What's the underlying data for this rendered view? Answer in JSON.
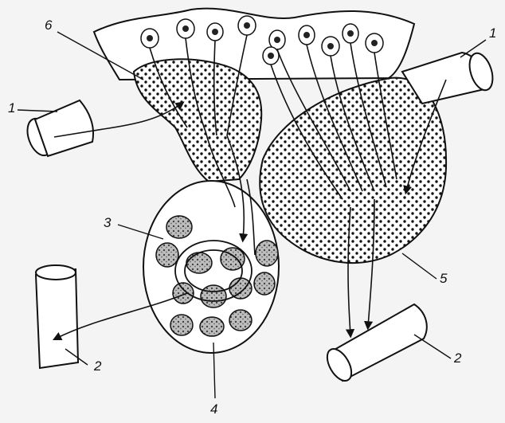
{
  "diagram": {
    "labels": {
      "vessel_left_top": "1",
      "vessel_right_top": "1",
      "vessel_left_bottom": "2",
      "vessel_right_bottom": "2",
      "glandular_cell_cluster": "3",
      "anterior_lobe": "4",
      "capillary_network": "5",
      "neurosecretory_tract": "6"
    }
  }
}
